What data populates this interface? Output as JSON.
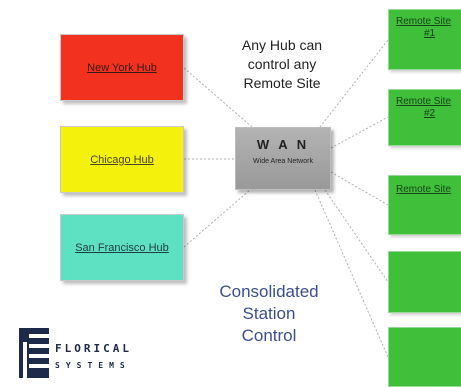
{
  "hubs": [
    {
      "label": "New York Hub",
      "color": "#f2321f"
    },
    {
      "label": "Chicago Hub",
      "color": "#f4f10d"
    },
    {
      "label": "San Francisco Hub",
      "color": "#5ee0c2"
    }
  ],
  "wan": {
    "title": "W A N",
    "subtitle": "Wide Area Network",
    "color": "#a6a6a6"
  },
  "note": {
    "line1": "Any Hub can",
    "line2": "control any",
    "line3": "Remote Site"
  },
  "remote_sites": [
    {
      "label": "Remote Site",
      "number": "#1"
    },
    {
      "label": "Remote Site",
      "number": "#2"
    },
    {
      "label": "Remote Site",
      "number": ""
    },
    {
      "label": "",
      "number": ""
    },
    {
      "label": "",
      "number": ""
    }
  ],
  "remote_site_color": "#3fbf3a",
  "caption": {
    "line1": "Consolidated",
    "line2": "Station",
    "line3": "Control"
  },
  "logo": {
    "word1": "FLORICAL",
    "word2": "SYSTEMS",
    "color": "#1e2a4a"
  }
}
